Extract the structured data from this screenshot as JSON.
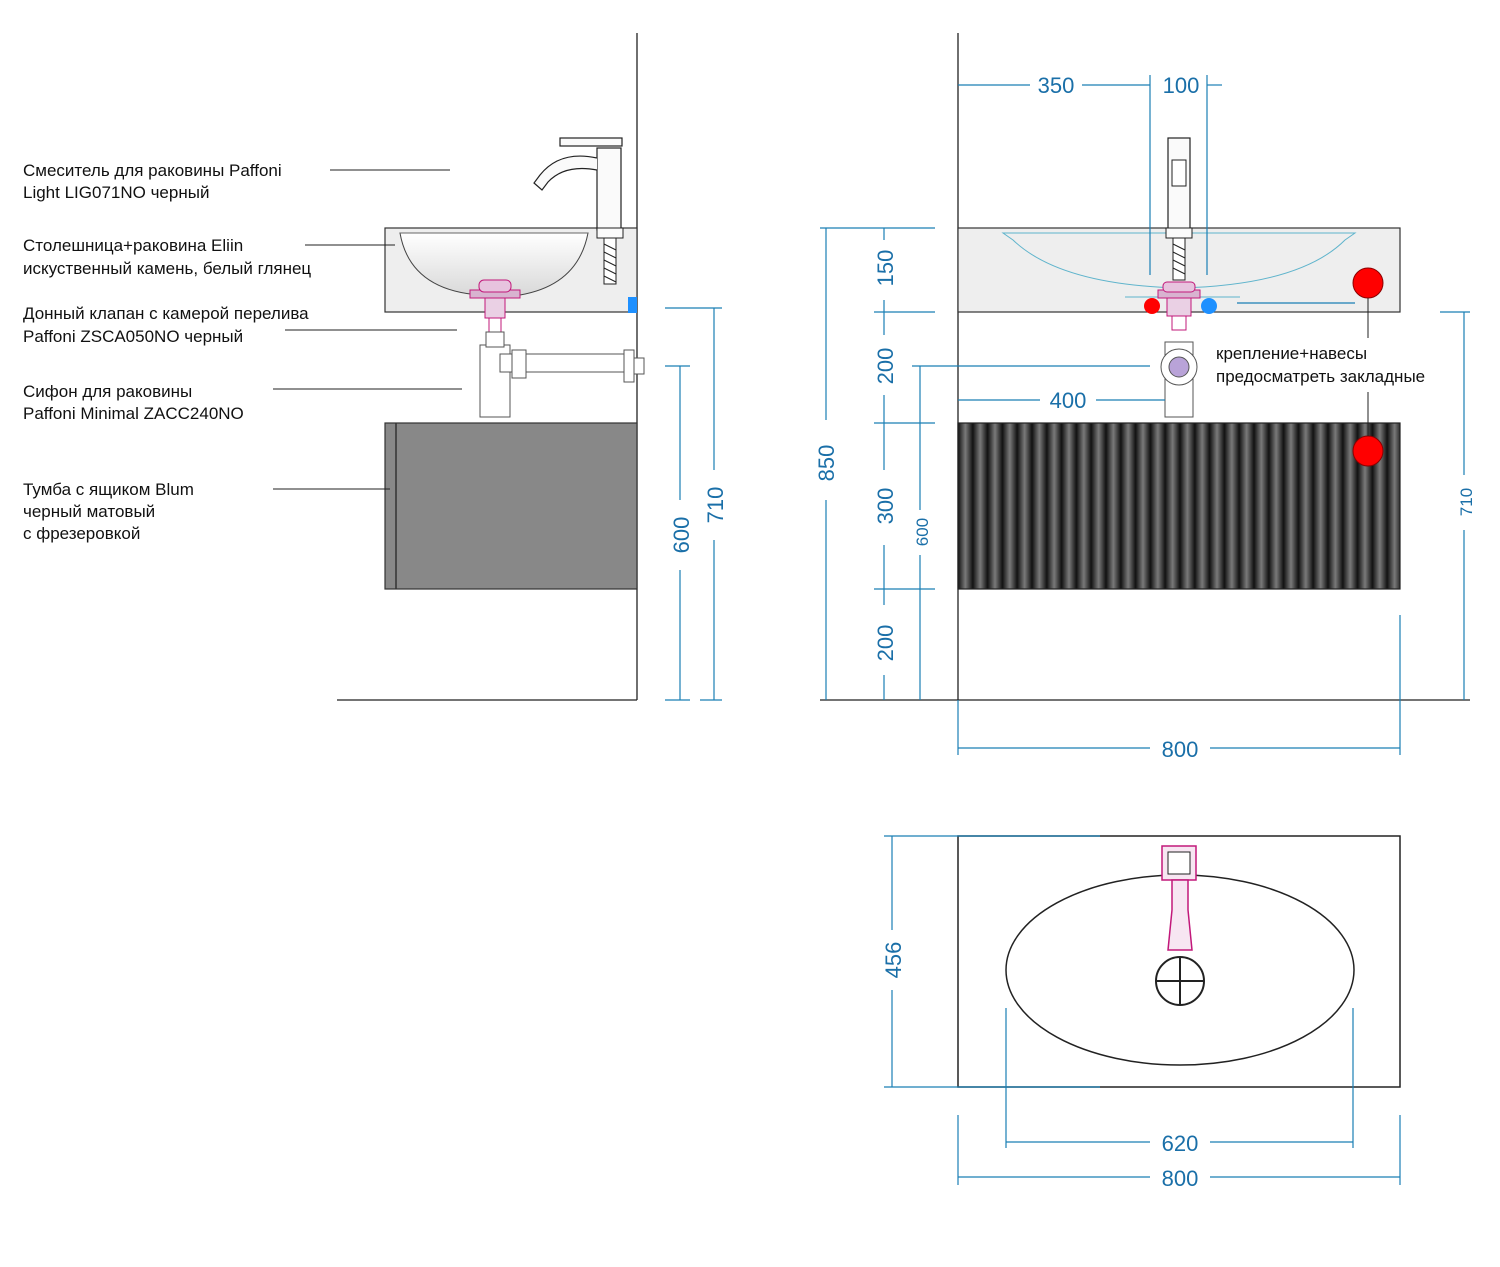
{
  "labels": {
    "faucet": [
      "Смеситель для раковины Paffoni",
      "Light LIG071NO черный"
    ],
    "countertop": [
      "Столешница+раковина Eliin",
      "искуственный камень, белый глянец"
    ],
    "drain": [
      "Донный клапан с камерой перелива",
      "Paffoni ZSCA050NO черный"
    ],
    "siphon": [
      "Сифон для раковины",
      "Paffoni Minimal ZACC240NO"
    ],
    "cabinet": [
      "Тумба с ящиком Blum",
      "черный матовый",
      "с фрезеровкой"
    ],
    "mounting": [
      "крепление+навесы",
      "предосматреть закладные"
    ]
  },
  "dimensions": {
    "side_600": "600",
    "side_710": "710",
    "front_350": "350",
    "front_100": "100",
    "front_400": "400",
    "front_850": "850",
    "front_150": "150",
    "front_200_top": "200",
    "front_300": "300",
    "front_600": "600",
    "front_200_bottom": "200",
    "front_710": "710",
    "front_800": "800",
    "top_456": "456",
    "top_620": "620",
    "top_800": "800"
  },
  "colors": {
    "dimension": "#1a6fa8",
    "cabinet_side": "#888888",
    "cabinet_front": "#2b2b2b",
    "marker_red": "#ff0000",
    "marker_blue": "#1e90ff",
    "drain_magenta": "#c2187a",
    "drain_lavender": "#b9a3d8",
    "stone": "#eeeeee"
  }
}
